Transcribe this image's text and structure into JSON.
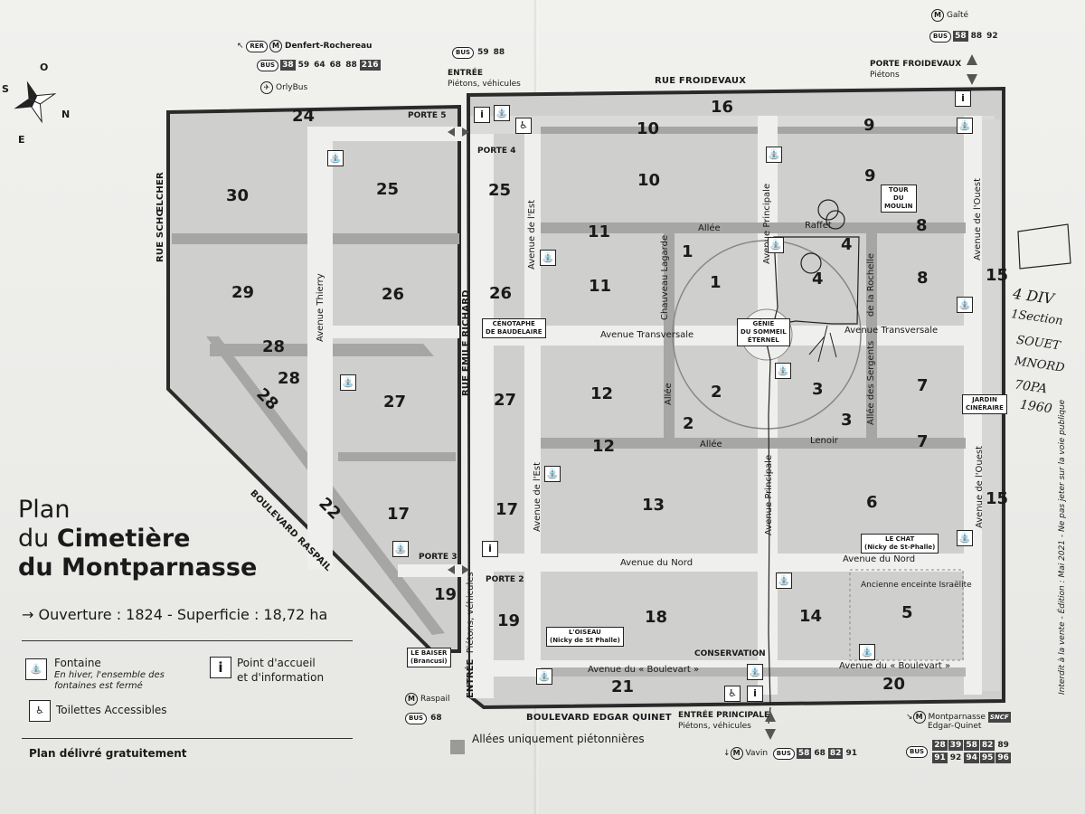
{
  "title": {
    "line1": "Plan",
    "line2_prefix": "du ",
    "line2_bold": "Cimetière",
    "line3": "du Montparnasse",
    "info": "→ Ouverture : 1824 - Superficie : 18,72 ha"
  },
  "legend": {
    "fontaine_label": "Fontaine",
    "fontaine_note_1": "En hiver, l'ensemble des",
    "fontaine_note_2": "fontaines est fermé",
    "accueil_1": "Point d'accueil",
    "accueil_2": "et d'information",
    "toilettes": "Toilettes Accessibles",
    "plan_delivre": "Plan délivré gratuitement",
    "allees_pietonnes": "Allées uniquement piétonnières",
    "compass_o": "O",
    "compass_n": "N",
    "compass_e": "E",
    "compass_s": "S"
  },
  "streets": {
    "rue_froidevaux": "RUE FROIDEVAUX",
    "rue_schoelcher": "RUE SCHŒLCHER",
    "rue_emile_richard": "RUE ÉMILE RICHARD",
    "boulevard_raspail": "BOULEVARD RASPAIL",
    "boulevard_edgar_quinet": "BOULEVARD EDGAR QUINET"
  },
  "avenues": {
    "avenue_thierry": "Avenue Thierry",
    "avenue_est_top": "Avenue de l'Est",
    "avenue_est_bottom": "Avenue de l'Est",
    "avenue_transversale_w": "Avenue Transversale",
    "avenue_transversale_e": "Avenue Transversale",
    "avenue_principale_top": "Avenue Principale",
    "avenue_principale_bottom": "Avenue Principale",
    "avenue_ouest_top": "Avenue de l'Ouest",
    "avenue_ouest_bottom": "Avenue de l'Ouest",
    "avenue_nord_w": "Avenue du Nord",
    "avenue_nord_e": "Avenue du Nord",
    "avenue_boulevart_w": "Avenue du « Boulevart »",
    "avenue_boulevart_e": "Avenue du « Boulevart »",
    "chauveau_lagarde": "Chauveau Lagarde",
    "allee_top": "Allée",
    "allee_left": "Allée",
    "allee_bottom": "Allée",
    "raffet": "Raffet",
    "lenoir": "Lenoir",
    "la_rochelle": "de la Rochelle",
    "allee_sergents": "Allée des Sergents",
    "pietons_vehicules": "Piétons, véhicules",
    "entree_side": "ENTRÉE"
  },
  "portes": {
    "p5": "PORTE 5",
    "p4": "PORTE 4",
    "p3": "PORTE 3",
    "p2": "PORTE 2"
  },
  "entrances": {
    "entree_top_1": "ENTRÉE",
    "entree_top_2": "Piétons, véhicules",
    "porte_froidevaux_1": "PORTE FROIDEVAUX",
    "porte_froidevaux_2": "Piétons",
    "entree_principale_1": "ENTRÉE PRINCIPALE",
    "entree_principale_2": "Piétons, véhicules",
    "conservation": "CONSERVATION"
  },
  "landmarks": {
    "cenotaphe_1": "CÉNOTAPHE",
    "cenotaphe_2": "DE BAUDELAIRE",
    "genie_1": "GÉNIE",
    "genie_2": "DU SOMMEIL",
    "genie_3": "ÉTERNEL",
    "tour_1": "TOUR",
    "tour_2": "DU",
    "tour_3": "MOULIN",
    "jardin_1": "JARDIN",
    "jardin_2": "CINÉRAIRE",
    "chat_1": "LE CHAT",
    "chat_2": "(Nicky de St-Phalle)",
    "oiseau_1": "L'OISEAU",
    "oiseau_2": "(Nicky de St Phalle)",
    "baiser_1": "LE BAISER",
    "baiser_2": "(Brancusi)",
    "enceinte": "Ancienne enceinte Israëlite"
  },
  "divisions": {
    "d24": "24",
    "d30": "30",
    "d25a": "25",
    "d25b": "25",
    "d29": "29",
    "d26a": "26",
    "d26b": "26",
    "d28a": "28",
    "d28b": "28",
    "d28c": "28",
    "d27a": "27",
    "d27b": "27",
    "d17a": "17",
    "d17b": "17",
    "d22": "22",
    "d19a": "19",
    "d19b": "19",
    "d16": "16",
    "d10a": "10",
    "d10b": "10",
    "d9a": "9",
    "d9b": "9",
    "d11a": "11",
    "d11b": "11",
    "d1a": "1",
    "d1b": "1",
    "d8a": "8",
    "d8b": "8",
    "d4a": "4",
    "d4b": "4",
    "d15a": "15",
    "d15b": "15",
    "d12a": "12",
    "d12b": "12",
    "d2a": "2",
    "d2b": "2",
    "d3a": "3",
    "d3b": "3",
    "d7a": "7",
    "d7b": "7",
    "d13": "13",
    "d6": "6",
    "d18": "18",
    "d14": "14",
    "d5": "5",
    "d21": "21",
    "d20": "20"
  },
  "transit": {
    "denfert_rer": "RER",
    "denfert_m": "M",
    "denfert_name": "Denfert-Rochereau",
    "denfert_bus_label": "BUS",
    "denfert_lines": [
      "38",
      "59",
      "64",
      "68",
      "88",
      "216"
    ],
    "orlybus": "OrlyBus",
    "top_bus_label": "BUS",
    "top_bus_lines": [
      "59",
      "88"
    ],
    "gaite_m": "M",
    "gaite_name": "Gaîté",
    "gaite_bus_label": "BUS",
    "gaite_lines": [
      "58",
      "88",
      "92"
    ],
    "raspail_m": "M",
    "raspail_name": "Raspail",
    "raspail_bus_label": "BUS",
    "raspail_lines": [
      "68"
    ],
    "vavin_m": "M",
    "vavin_name": "Vavin",
    "vavin_bus_label": "BUS",
    "vavin_lines": [
      "58",
      "68",
      "82",
      "91"
    ],
    "montparnasse_m": "M",
    "montparnasse_name": "Montparnasse",
    "montparnasse_sncf": "SNCF",
    "edgar_quinet": "Edgar-Quinet",
    "mont_bus_label": "BUS",
    "mont_lines_row1": [
      "28",
      "39",
      "58",
      "82",
      "89"
    ],
    "mont_lines_row2": [
      "91",
      "92",
      "94",
      "95",
      "96"
    ]
  },
  "side_note": "Interdit à la vente - Édition : Mai 2021 - Ne pas jeter sur la voie publique",
  "handwritten": {
    "h1": "4 DIV",
    "h2": "1Section",
    "h3": "SOUET",
    "h4": "MNORD",
    "h5": "70PA",
    "h6": "1960"
  },
  "colors": {
    "block_fill": "#cdcdcb",
    "walkway": "#eeeeec",
    "pedestrian_only": "#9a9a98",
    "wall": "#2a2a2a"
  }
}
